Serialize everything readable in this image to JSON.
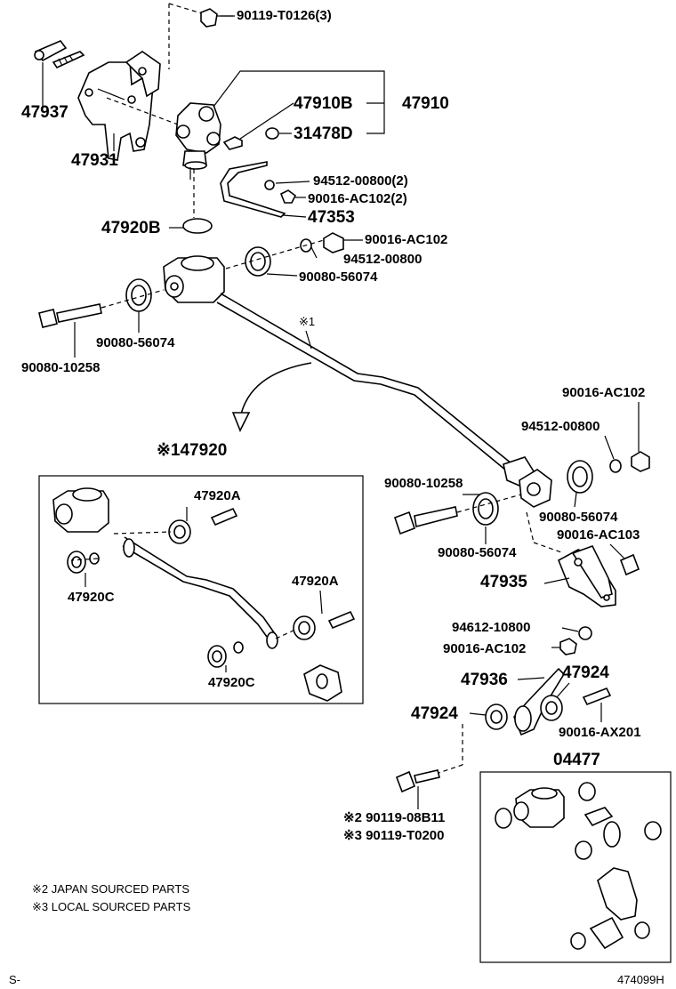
{
  "labels": {
    "l_90119_t0126": "90119-T0126(3)",
    "l_47937": "47937",
    "l_47910b": "47910B",
    "l_47910": "47910",
    "l_31478d": "31478D",
    "l_47931": "47931",
    "l_94512_00800_2": "94512-00800(2)",
    "l_90016_ac102_2": "90016-AC102(2)",
    "l_47353": "47353",
    "l_47920b": "47920B",
    "l_90016_ac102_a": "90016-AC102",
    "l_94512_00800_a": "94512-00800",
    "l_90080_56074_a": "90080-56074",
    "l_90080_56074_b": "90080-56074",
    "l_90080_10258_a": "90080-10258",
    "l_note1": "※1",
    "l_47920_kit": "※147920",
    "l_47920a_1": "47920A",
    "l_47920c_1": "47920C",
    "l_47920a_2": "47920A",
    "l_47920c_2": "47920C",
    "l_90016_ac102_b": "90016-AC102",
    "l_94512_00800_b": "94512-00800",
    "l_90080_10258_b": "90080-10258",
    "l_90080_56074_c": "90080-56074",
    "l_90080_56074_d": "90080-56074",
    "l_90016_ac103": "90016-AC103",
    "l_47935": "47935",
    "l_94612_10800": "94612-10800",
    "l_90016_ac102_c": "90016-AC102",
    "l_47936": "47936",
    "l_47924_a": "47924",
    "l_47924_b": "47924",
    "l_90016_ax201": "90016-AX201",
    "l_04477": "04477",
    "l_90119_08b11": "※2 90119-08B11",
    "l_90119_t0200": "※3 90119-T0200"
  },
  "notes": {
    "japan": "※2 JAPAN SOURCED PARTS",
    "local": "※3 LOCAL SOURCED PARTS"
  },
  "footer": {
    "left": "S-",
    "diagram_id": "474099H"
  }
}
